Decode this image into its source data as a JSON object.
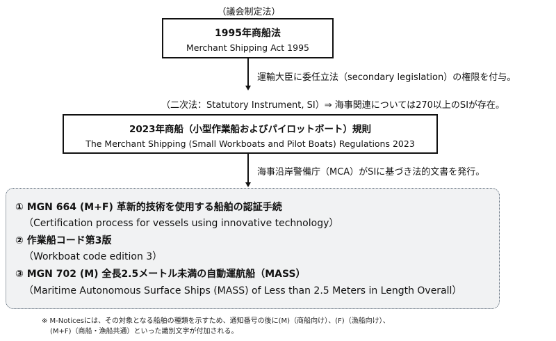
{
  "caption": "（議会制定法）",
  "act": {
    "title": "1995年商船法",
    "subtitle": "Merchant Shipping Act 1995"
  },
  "note1": "運輸大臣に委任立法（secondary legislation）の権限を付与。",
  "note2": "（二次法：Statutory Instrument, SI）⇒  海事関連については270以上のSIが存在。",
  "regulation": {
    "title": "2023年商船（小型作業船およびパイロットボート）規則",
    "subtitle": "The Merchant Shipping (Small Workboats and Pilot Boats) Regulations 2023"
  },
  "note3": "海事沿岸警備庁（MCA）がSIに基づき法的文書を発行。",
  "documents": [
    {
      "heading": "① MGN 664 (M+F) 革新的技術を使用する船舶の認証手続",
      "sub": "（Certification process for vessels using innovative technology）"
    },
    {
      "heading": "② 作業船コード第3版",
      "sub": "（Workboat code edition 3）"
    },
    {
      "heading": "③ MGN 702 (M) 全長2.5メートル未満の自動運航船（MASS）",
      "sub": "（Maritime Autonomous Surface Ships (MASS) of Less than 2.5 Meters in Length Overall）"
    }
  ],
  "footnote": {
    "line1": "※ M-Noticesには、その対象となる船舶の種類を示すため、通知番号の後に(M)（商船向け）、(F)（漁船向け）、",
    "line2": "(M+F)（商船・漁船共通）といった識別文字が付加される。"
  }
}
